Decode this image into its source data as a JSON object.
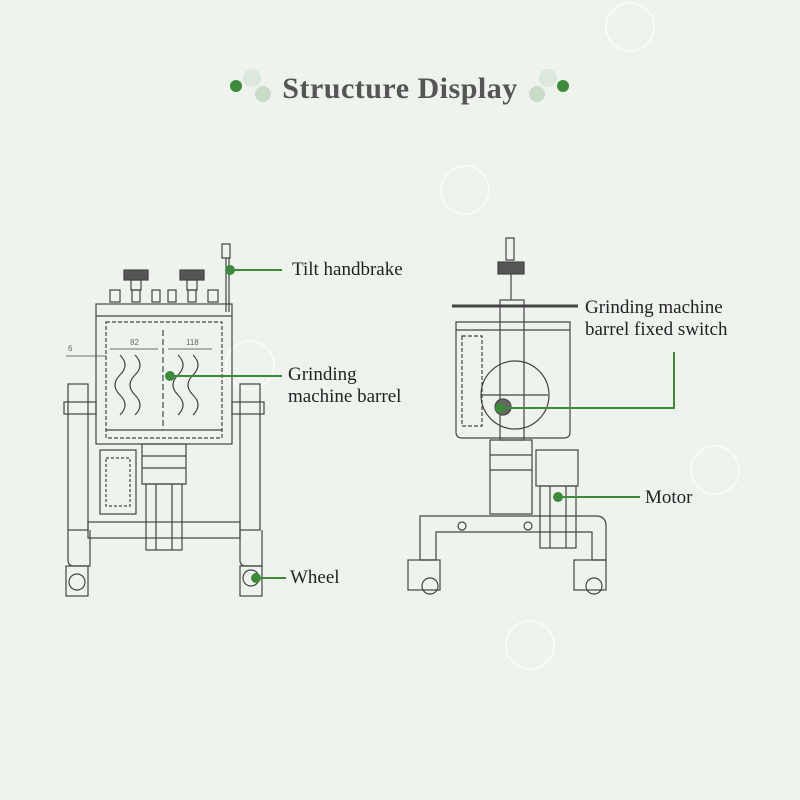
{
  "title": "Structure Display",
  "labels": {
    "tilt_handbrake": "Tilt handbrake",
    "grinding_barrel_line1": "Grinding",
    "grinding_barrel_line2": "machine barrel",
    "fixed_switch_line1": "Grinding machine",
    "fixed_switch_line2": "barrel fixed switch",
    "motor": "Motor",
    "wheel": "Wheel"
  },
  "dimensions": {
    "d1": "6",
    "d2": "82",
    "d3": "118"
  },
  "colors": {
    "accent": "#3d8a3a",
    "accent_light": "#c9dcc8",
    "line": "#444444",
    "background": "#eef3ee"
  }
}
